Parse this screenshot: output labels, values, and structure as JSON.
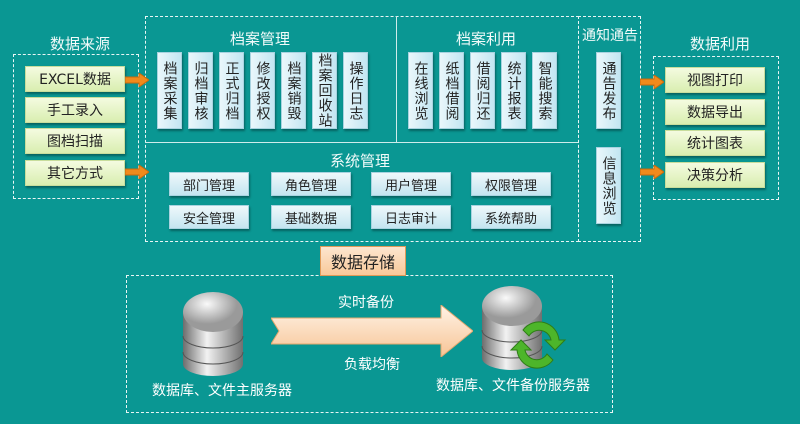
{
  "sources": {
    "title": "数据来源",
    "items": [
      "EXCEL数据",
      "手工录入",
      "图档扫描",
      "其它方式"
    ]
  },
  "archive_mgmt": {
    "title": "档案管理",
    "items": [
      "档案采集",
      "归档审核",
      "正式归档",
      "修改授权",
      "档案销毁",
      "档案回收站",
      "操作日志"
    ]
  },
  "archive_use": {
    "title": "档案利用",
    "items": [
      "在线浏览",
      "纸档借阅",
      "借阅归还",
      "统计报表",
      "智能搜索"
    ]
  },
  "notice": {
    "title": "通知通告",
    "items": [
      "通告发布",
      "信息浏览"
    ]
  },
  "system": {
    "title": "系统管理",
    "items": [
      "部门管理",
      "角色管理",
      "用户管理",
      "权限管理",
      "安全管理",
      "基础数据",
      "日志审计",
      "系统帮助"
    ]
  },
  "data_use": {
    "title": "数据利用",
    "items": [
      "视图打印",
      "数据导出",
      "统计图表",
      "决策分析"
    ]
  },
  "storage": {
    "title": "数据存储",
    "primary": "数据库、文件主服务器",
    "backup": "数据库、文件备份服务器",
    "sync_top": "实时备份",
    "sync_bottom": "负载均衡"
  },
  "colors": {
    "background": "#0a9793",
    "green_button": "#e4f3c4",
    "blue_button": "#d4eef6",
    "arrow": "#f08a1c"
  }
}
